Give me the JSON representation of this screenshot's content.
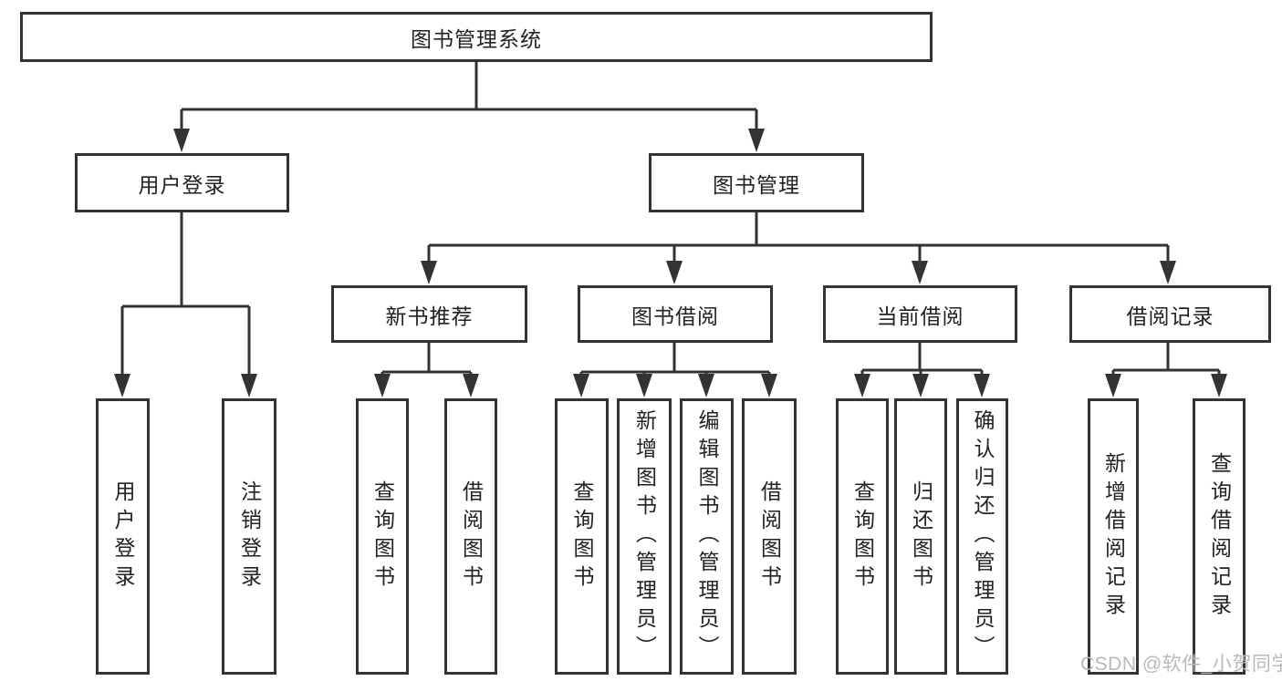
{
  "diagram": {
    "title": "图书管理系统",
    "branches": [
      {
        "label": "用户登录",
        "children": [
          {
            "label": "用户登录"
          },
          {
            "label": "注销登录"
          }
        ]
      },
      {
        "label": "图书管理",
        "children": [
          {
            "label": "新书推荐",
            "children": [
              {
                "label": "查询图书"
              },
              {
                "label": "借阅图书"
              }
            ]
          },
          {
            "label": "图书借阅",
            "children": [
              {
                "label": "查询图书"
              },
              {
                "label": "新增图书（管理员）"
              },
              {
                "label": "编辑图书（管理员）"
              },
              {
                "label": "借阅图书"
              }
            ]
          },
          {
            "label": "当前借阅",
            "children": [
              {
                "label": "查询图书"
              },
              {
                "label": "归还图书"
              },
              {
                "label": "确认归还（管理员）"
              }
            ]
          },
          {
            "label": "借阅记录",
            "children": [
              {
                "label": "新增借阅记录"
              },
              {
                "label": "查询借阅记录"
              }
            ]
          }
        ]
      }
    ]
  },
  "watermark": {
    "text": "CSDN @软件_小贺同学"
  },
  "colors": {
    "line": "#333333",
    "box_border": "#333333",
    "text": "#222222",
    "background": "#ffffff",
    "watermark": "#b9b9b9"
  }
}
